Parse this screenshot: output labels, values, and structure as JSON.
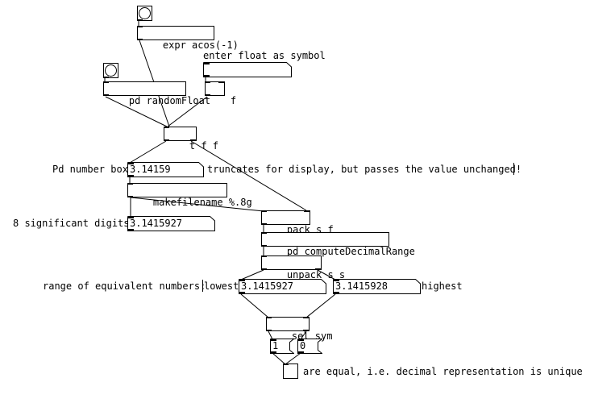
{
  "objects": {
    "expr": "expr acos(-1)",
    "randomfloat": "pd randomFloat",
    "f": "f",
    "trigger": "t f f",
    "makefilename": "makefilename %.8g",
    "pack": "pack s f",
    "compute": "pd computeDecimalRange",
    "unpack": "unpack s s",
    "sel": "sel sym"
  },
  "atoms": {
    "symbol_entry": "",
    "pd_number": "3.14159",
    "eight_digits": "3.1415927",
    "lowest": "3.1415927",
    "highest": "3.1415928"
  },
  "messages": {
    "one": "1",
    "zero": "0"
  },
  "comments": {
    "enter_float": "enter float as symbol",
    "pd_number_box": "Pd number box",
    "truncates": "truncates for display, but passes the value unchanged!",
    "eight_sig": "8 significant digits",
    "range": "range of equivalent numbers:",
    "lowest": "lowest",
    "highest": "highest",
    "equal": "are equal, i.e. decimal representation is unique"
  },
  "toggle": {
    "checked": false
  }
}
